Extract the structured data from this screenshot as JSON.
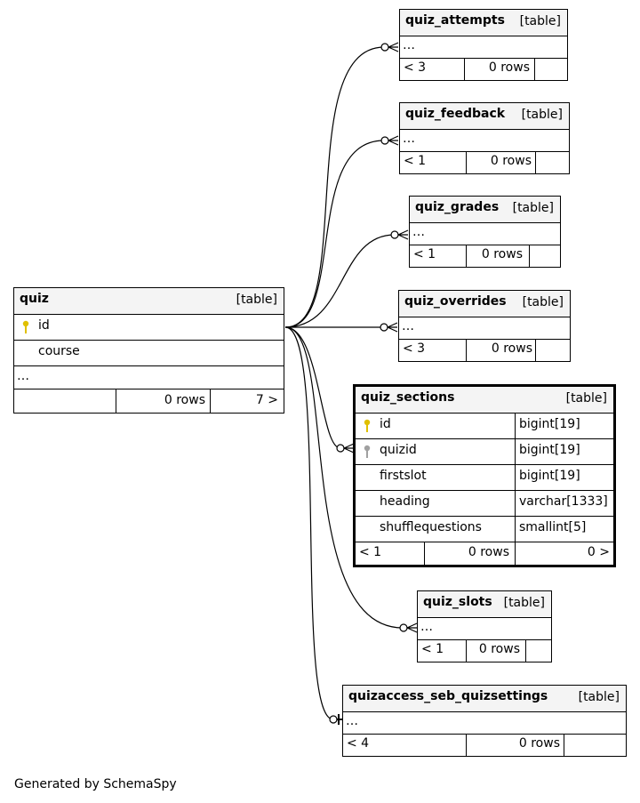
{
  "tables": {
    "quiz": {
      "name": "quiz",
      "type": "[table]",
      "columns": [
        "id",
        "course"
      ],
      "ellipsis": "…",
      "footer": {
        "left": "",
        "mid": "0 rows",
        "right": "7 >"
      }
    },
    "quiz_attempts": {
      "name": "quiz_attempts",
      "type": "[table]",
      "ellipsis": "…",
      "footer": {
        "left": "< 3",
        "mid": "0 rows",
        "right": ""
      }
    },
    "quiz_feedback": {
      "name": "quiz_feedback",
      "type": "[table]",
      "ellipsis": "…",
      "footer": {
        "left": "< 1",
        "mid": "0 rows",
        "right": ""
      }
    },
    "quiz_grades": {
      "name": "quiz_grades",
      "type": "[table]",
      "ellipsis": "…",
      "footer": {
        "left": "< 1",
        "mid": "0 rows",
        "right": ""
      }
    },
    "quiz_overrides": {
      "name": "quiz_overrides",
      "type": "[table]",
      "ellipsis": "…",
      "footer": {
        "left": "< 3",
        "mid": "0 rows",
        "right": ""
      }
    },
    "quiz_sections": {
      "name": "quiz_sections",
      "type": "[table]",
      "columns": [
        {
          "name": "id",
          "type": "bigint[19]"
        },
        {
          "name": "quizid",
          "type": "bigint[19]"
        },
        {
          "name": "firstslot",
          "type": "bigint[19]"
        },
        {
          "name": "heading",
          "type": "varchar[1333]"
        },
        {
          "name": "shufflequestions",
          "type": "smallint[5]"
        }
      ],
      "footer": {
        "left": "< 1",
        "mid": "0 rows",
        "right": "0 >"
      }
    },
    "quiz_slots": {
      "name": "quiz_slots",
      "type": "[table]",
      "ellipsis": "…",
      "footer": {
        "left": "< 1",
        "mid": "0 rows",
        "right": ""
      }
    },
    "quizaccess_seb_quizsettings": {
      "name": "quizaccess_seb_quizsettings",
      "type": "[table]",
      "ellipsis": "…",
      "footer": {
        "left": "< 4",
        "mid": "0 rows",
        "right": ""
      }
    }
  },
  "colors": {
    "primary_key": "#e0c000",
    "foreign_key": "#a0a0a0",
    "header_bg": "#f4f4f4"
  },
  "footer_text": "Generated by SchemaSpy"
}
